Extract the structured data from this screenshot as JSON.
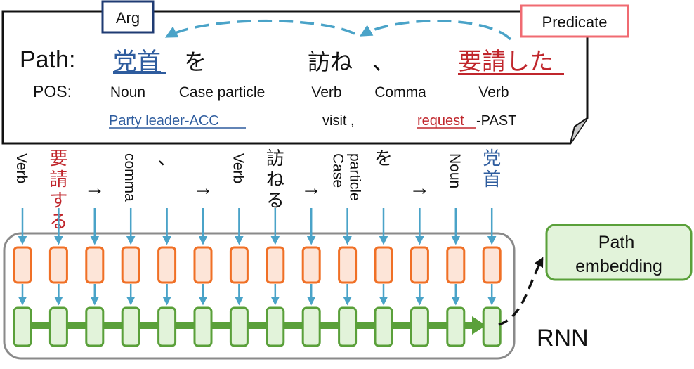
{
  "colors": {
    "arg": "#1f3b73",
    "arg_text": "#2e5c9e",
    "pred": "#f06b72",
    "pred_text": "#c0262c",
    "arrow": "#4aa3c8",
    "orange": "#f07026",
    "orange_fill": "#fde5d8",
    "green": "#5aa03a",
    "green_fill": "#e2f3da",
    "gray": "#8a8a8a"
  },
  "top": {
    "arg_label": "Arg",
    "predicate_label": "Predicate",
    "path_label": "Path:",
    "pos_label": "POS:",
    "tokens": [
      {
        "jp": "党首",
        "pos": "Noun",
        "type": "arg"
      },
      {
        "jp": "を",
        "pos": "Case particle",
        "type": "plain"
      },
      {
        "jp": "訪ね",
        "pos": "Verb",
        "type": "plain"
      },
      {
        "jp": "、",
        "pos": "Comma",
        "type": "plain"
      },
      {
        "jp": "要請した",
        "pos": "Verb",
        "type": "pred"
      }
    ],
    "gloss": {
      "arg": "Party leader-ACC",
      "mid": "visit ,",
      "pred_underlined": "request",
      "pred_suffix": "-PAST"
    }
  },
  "sequence": [
    {
      "text": "Verb",
      "style": "en"
    },
    {
      "text": "要請する",
      "style": "pred"
    },
    {
      "text": "→",
      "style": "arrow"
    },
    {
      "text": "comma",
      "style": "en"
    },
    {
      "text": "、",
      "style": "jp"
    },
    {
      "text": "→",
      "style": "arrow"
    },
    {
      "text": "Verb",
      "style": "en"
    },
    {
      "text": "訪ねる",
      "style": "jp"
    },
    {
      "text": "→",
      "style": "arrow"
    },
    {
      "text": "Case particle",
      "style": "en2"
    },
    {
      "text": "を",
      "style": "jp"
    },
    {
      "text": "→",
      "style": "arrow"
    },
    {
      "text": "Noun",
      "style": "en"
    },
    {
      "text": "党首",
      "style": "arg"
    }
  ],
  "output": {
    "embedding_label": "Path embedding",
    "rnn_label": "RNN"
  }
}
